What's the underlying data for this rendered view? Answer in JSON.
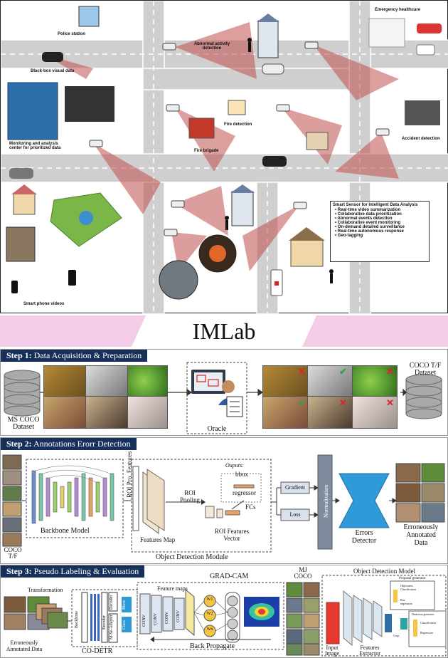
{
  "smart_city": {
    "labels": {
      "police_station": "Police station",
      "abnormal_activity": "Abnormal activity\ndetection",
      "emergency_healthcare": "Emergency healthcare",
      "blackbox": "Black-box visual data",
      "monitoring": "Monitoring and analysis\ncenter for prioritized data",
      "fire_detection": "Fire detection",
      "fire_brigade": "Fire brigade",
      "accident_detection": "Accident detection",
      "smartphone_videos": "Smart phone videos"
    },
    "sensor_box": {
      "title": "Smart Sensor for Intelligent Data Analysis",
      "items": [
        "Real-time video summarization",
        "Collaborative data prioritization",
        "Abnormal events detection",
        "Collaborative event monitoring",
        "On-demand detailed surveillance",
        "Real-time autonomous response",
        "Geo-tagging"
      ]
    }
  },
  "banner": {
    "title": "IMLab"
  },
  "step1": {
    "step": "Step 1:",
    "title": "Data Acquisition & Preparation",
    "left_db": "MS COCO\nDataset",
    "oracle": "Oracle",
    "right_db": "COCO T/F\nDataset"
  },
  "step2": {
    "step": "Step 2:",
    "title": "Annotations Erorr Detection",
    "coco_tf": "COCO\nT/F",
    "backbone": "Backbone Model",
    "roi_proj": "ROI Pro. Features",
    "features_map": "Features Map",
    "roi_pooling": "ROI\nPooling",
    "outputs": "Ouputs:",
    "bbox": "bbox",
    "regressor": "regressor",
    "fcs": "FCs",
    "roi_vector": "ROI Features\nVector",
    "detection_module": "Object Detection Module",
    "gradient": "Gradient",
    "loss": "Loss",
    "normalization": "Normalization",
    "errors_detector": "Errors\nDetector",
    "erroneous": "Erroneously\nAnnotated\nData"
  },
  "step3": {
    "step": "Step 3:",
    "title": "Pseudo Labeling & Evaluation",
    "transformation": "Transformation",
    "erroneous": "Erroneously\nAnnotated Data",
    "backbone": "Backbone",
    "encoder": "Encoder",
    "decoder": "Decoder",
    "adapter": "M-Se-Adapter",
    "bbox": "Bbox",
    "class": "Class",
    "codetr": "CO-DETR",
    "feature_maps": "Feature maps",
    "conv": "CONV",
    "w1": "W1",
    "w2": "W2",
    "wn": "Wn",
    "gradcam": "GRAD-CAM",
    "backprop": "Back Propagate",
    "mj": "MJ\nCOCO",
    "odm": "Object Detection Model",
    "input_image": "Input\nImage",
    "features_extractor": "Features\nExtractor",
    "proposal_gen": "Proposal generator",
    "obj_class": "Objectness\nClassification",
    "box_reg": "Box\nregression",
    "crop": "Crop",
    "detection_gen": "Detection generator",
    "classification": "Classification",
    "regression": "Regression"
  },
  "colors": {
    "road": "#cfcfcf",
    "cone": "#c0504d",
    "navy": "#17305a",
    "pink": "#f3cde8",
    "blue_shape": "#2e9bd8"
  }
}
